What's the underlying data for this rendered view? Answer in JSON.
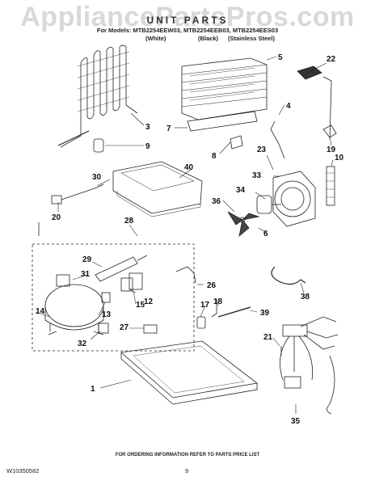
{
  "watermark": "AppliancePartsPros.com",
  "header": {
    "title": "UNIT PARTS",
    "models": "For Models: MTB2254EEW03, MTB2254EEB03, MTB2254EES03",
    "finishes": [
      "(White)",
      "(Black)",
      "(Stainless Steel)"
    ]
  },
  "callouts": [
    "1",
    "3",
    "4",
    "5",
    "6",
    "7",
    "8",
    "9",
    "10",
    "12",
    "13",
    "14",
    "15",
    "17",
    "18",
    "19",
    "20",
    "21",
    "22",
    "23",
    "26",
    "27",
    "28",
    "29",
    "30",
    "31",
    "32",
    "33",
    "34",
    "35",
    "36",
    "38",
    "39",
    "40"
  ],
  "footer": {
    "note": "FOR ORDERING INFORMATION REFER TO PARTS PRICE LIST",
    "doc_number": "W10350582",
    "page_number": "9"
  }
}
